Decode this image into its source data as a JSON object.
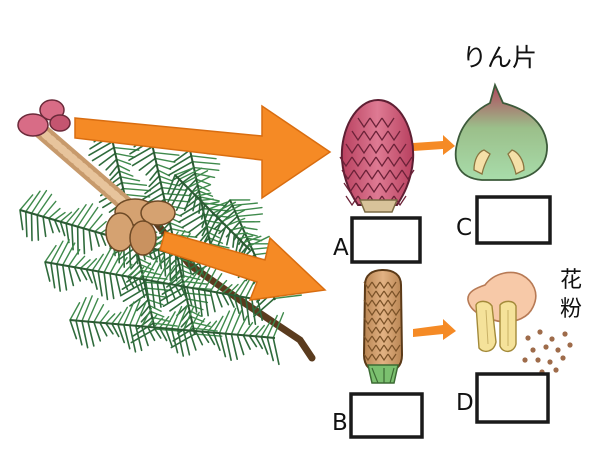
{
  "labels": {
    "scale_title": "りん片",
    "pollen_char_1": "花",
    "pollen_char_2": "粉",
    "box_a": "A",
    "box_b": "B",
    "box_c": "C",
    "box_d": "D"
  },
  "answer_boxes": {
    "a": "",
    "b": "",
    "c": "",
    "d": ""
  },
  "colors": {
    "arrow": "#f58a25",
    "needle": "#2f6b3c",
    "female_cone": "#cc5a78",
    "male_cone": "#cf9a66",
    "scale_green": "#a6d9a8",
    "pollen_dot": "#9e6b4a",
    "box_border": "#1a1a1a"
  }
}
